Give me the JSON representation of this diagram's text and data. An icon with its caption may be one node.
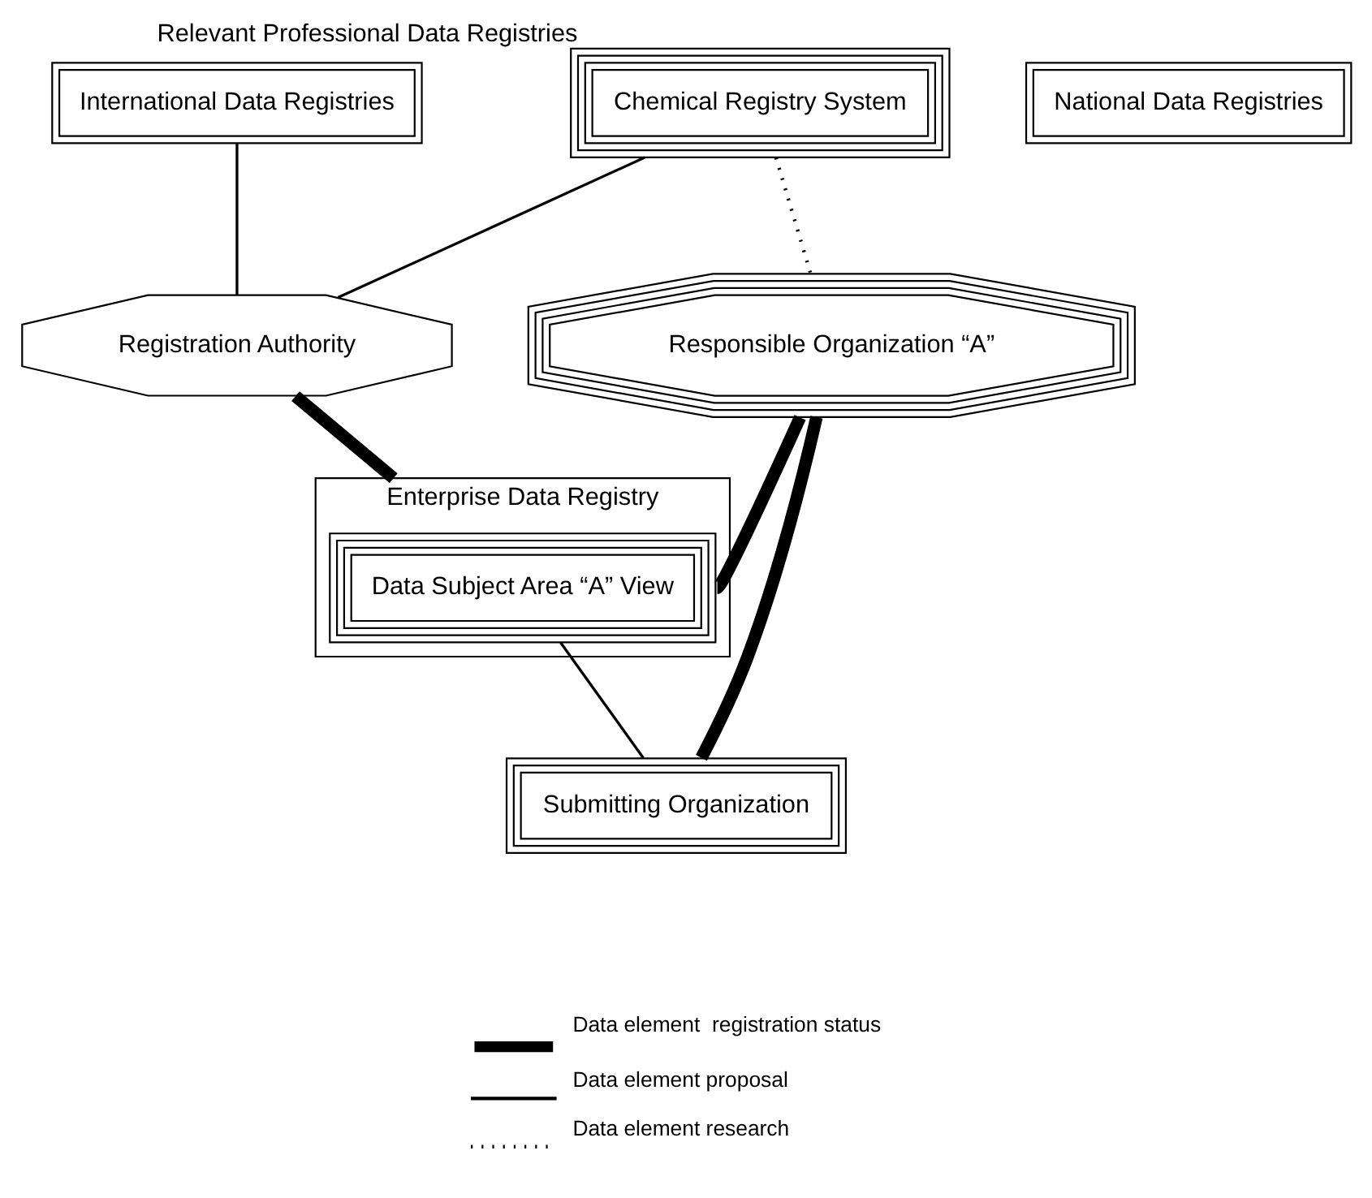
{
  "diagram": {
    "nodes": [
      {
        "text": [
          "International Data Registries"
        ]
      },
      {
        "text": [
          "National Data Registries"
        ]
      },
      {
        "text": [
          "Registration Authority"
        ]
      },
      {
        "text": [
          "Enterprise Data Registry"
        ]
      },
      {
        "text": [
          "Data Subject Area “A” View"
        ],
        "in": 3
      },
      {
        "text": [
          "Chemical Registry System"
        ],
        "beside": [
          "Relevant Professional Data Registries"
        ]
      },
      {
        "text": [
          "Responsible Organization “A”"
        ]
      },
      {
        "text": [
          "Submitting Organization"
        ]
      }
    ],
    "edges": [
      {
        "from": 0,
        "to": 2,
        "arrow": "none"
      },
      {
        "from": 5,
        "to": 2,
        "arrow": "none"
      },
      {
        "from": 2,
        "to": 3,
        "arrow": "none",
        "style": "thick"
      },
      {
        "from": 5,
        "to": 6,
        "arrow": "none",
        "style": "dashed"
      },
      {
        "from": 6,
        "to": 4,
        "arrow": "none",
        "style": "thick"
      },
      {
        "from": 6,
        "to": 7,
        "arrow": "none",
        "style": "thick"
      },
      {
        "from": 4,
        "to": 7,
        "arrow": "none"
      }
    ],
    "legend": [
      {
        "text": "Data element  registration status"
      },
      {
        "text": "Data element proposal"
      },
      {
        "text": "Data element research"
      }
    ]
  }
}
